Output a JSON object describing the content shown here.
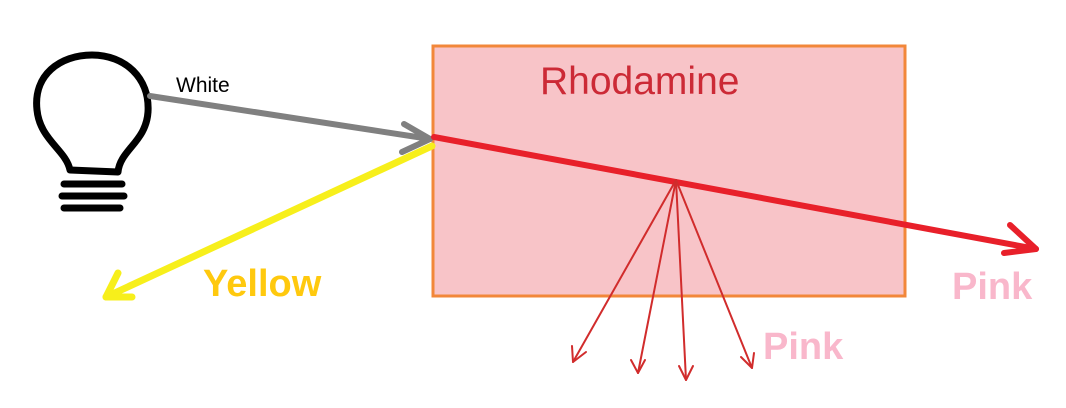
{
  "labels": {
    "source_light": "White",
    "material": "Rhodamine",
    "reflected_light": "Yellow",
    "transmitted_light": "Pink",
    "emitted_light": "Pink"
  },
  "icons": {
    "source": "light-bulb-icon"
  },
  "colors": {
    "white_beam": "#808080",
    "red_beam": "#e8202a",
    "yellow_beam": "#f7ef1b",
    "yellow_text": "#ffc90e",
    "pink_text": "#f9b7cb",
    "rhodamine_text": "#cc2a36",
    "box_fill": "#f8c4c8",
    "box_border": "#f2873a",
    "scatter": "#d12c2c"
  }
}
